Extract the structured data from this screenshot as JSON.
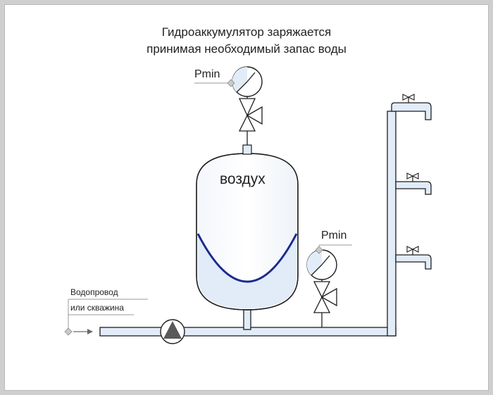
{
  "title": {
    "line1": "Гидроаккумулятор заряжается",
    "line2": "принимая необходимый запас воды"
  },
  "labels": {
    "pmin_top": "Pmin",
    "pmin_bottom": "Pmin",
    "air": "воздух",
    "source_line1": "Водопровод",
    "source_line2": "или скважина"
  },
  "colors": {
    "pipe_fill": "#e2ecf8",
    "outline": "#1e1e1e",
    "membrane": "#1c2a8c",
    "pump": "#595959",
    "guide_line": "#9a9a9a",
    "frame": "#cfcfcf"
  },
  "icons": [
    "pressure-gauge-icon",
    "valve-icon",
    "pump-icon",
    "faucet-icon",
    "arrow-right-icon"
  ]
}
